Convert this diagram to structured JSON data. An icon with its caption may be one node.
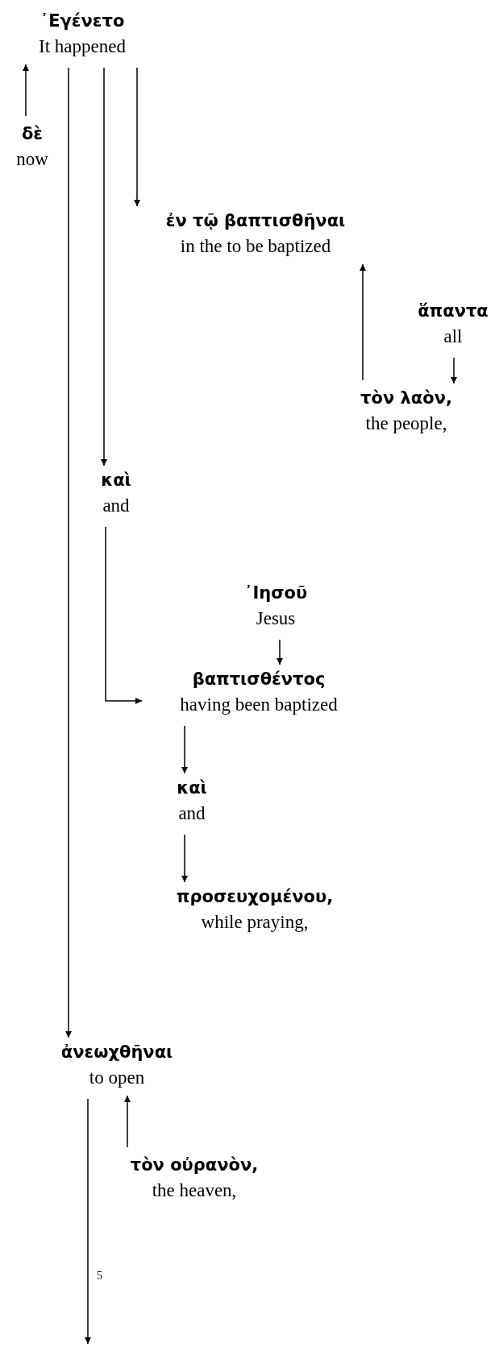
{
  "diagram": {
    "nodes": [
      {
        "text": [
          "᾿Εγένετο",
          "It happened"
        ]
      },
      {
        "text": [
          "δὲ",
          "now"
        ]
      },
      {
        "text": [
          "ἐν τῷ βαπτισθῆναι",
          "in the to be baptized"
        ]
      },
      {
        "text": [
          "ἅπαντα",
          "all"
        ]
      },
      {
        "text": [
          "τὸν λαὸν,",
          "the people,"
        ]
      },
      {
        "text": [
          "καὶ",
          "and"
        ]
      },
      {
        "text": [
          "᾿Ιησοῦ",
          "Jesus"
        ]
      },
      {
        "text": [
          "βαπτισθέντος",
          "having been baptized"
        ]
      },
      {
        "text": [
          "καὶ",
          "and"
        ]
      },
      {
        "text": [
          "προσευχομένου,",
          "while praying,"
        ]
      },
      {
        "text": [
          "ἀνεωχθῆναι",
          "to open"
        ]
      },
      {
        "text": [
          "τὸν οὐρανὸν,",
          "the heaven,"
        ]
      }
    ],
    "edges": [
      {
        "from": 1,
        "to": 0,
        "arrow": "to"
      },
      {
        "from": 0,
        "to": 10,
        "arrow": "to"
      },
      {
        "from": 0,
        "to": 5,
        "arrow": "to"
      },
      {
        "from": 0,
        "to": 2,
        "arrow": "to"
      },
      {
        "from": 4,
        "to": 2,
        "arrow": "to"
      },
      {
        "from": 3,
        "to": 4,
        "arrow": "to"
      },
      {
        "from": 5,
        "to": 7,
        "arrow": "to"
      },
      {
        "from": 6,
        "to": 7,
        "arrow": "to"
      },
      {
        "from": 7,
        "to": 8,
        "arrow": "to"
      },
      {
        "from": 8,
        "to": 9,
        "arrow": "to"
      },
      {
        "from": 11,
        "to": 10,
        "arrow": "to"
      },
      {
        "from": 10,
        "to": null,
        "arrow": "to"
      }
    ],
    "labels": [
      "5"
    ]
  }
}
